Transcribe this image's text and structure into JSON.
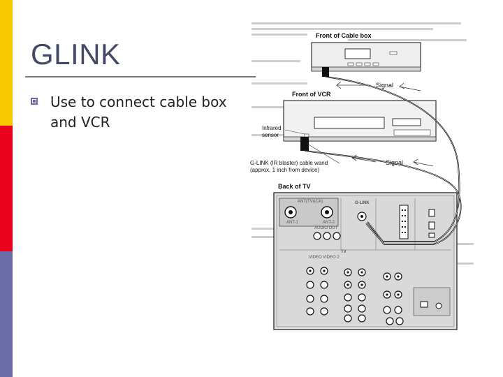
{
  "slide": {
    "title": "GLINK",
    "bullets": [
      "Use to connect cable box and VCR"
    ]
  },
  "figure": {
    "front_cable_box": "Front of Cable box",
    "front_vcr": "Front of VCR",
    "signal_top": "Signal",
    "signal_bottom": "Signal",
    "infrared_line1": "Infrared",
    "infrared_line2": "sensor",
    "glink_line1": "G-LINK (IR blaster) cable wand",
    "glink_line2": "(approx. 1 inch from device)",
    "back_tv": "Back of TV",
    "antenna_label": "ANT(TV&CA)",
    "ant1": "ANT-1",
    "ant2": "ANT-2",
    "glink_jack": "G-LINK",
    "video_label": "VIDEO",
    "video2_label": "VIDEO 2",
    "tv_label": "TV",
    "audio_out": "AUDIO OUT",
    "colors": {
      "accent_yellow": "#f7c800",
      "accent_red": "#e8001c",
      "accent_purple": "#6b6ba6"
    }
  }
}
